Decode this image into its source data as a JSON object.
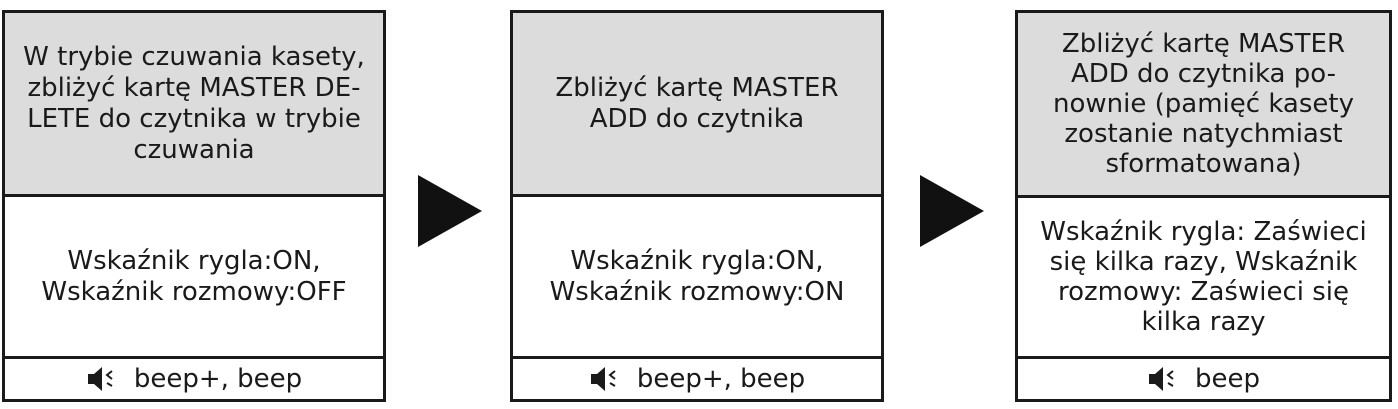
{
  "steps": [
    {
      "instruction": "W trybie czuwania kasety,\nzbliżyć kartę MASTER DE-\nLETE do czytnika w trybie\nczuwania",
      "indicators": "Wskaźnik rygla:ON,\nWskaźnik rozmowy:OFF",
      "sound_icon": "speaker-icon",
      "sound": "beep+, beep"
    },
    {
      "instruction": "Zbliżyć kartę MASTER\nADD do czytnika",
      "indicators": "Wskaźnik rygla:ON,\nWskaźnik rozmowy:ON",
      "sound_icon": "speaker-icon",
      "sound": "beep+, beep"
    },
    {
      "instruction": "Zbliżyć kartę MASTER\nADD do czytnika po-\nnownie (pamięć kasety\nzostanie natychmiast\nsformatowana)",
      "indicators": "Wskaźnik rygla: Zaświeci\nsię kilka razy, Wskaźnik\nrozmowy: Zaświeci się\nkilka razy",
      "sound_icon": "speaker-icon",
      "sound": "beep"
    }
  ],
  "arrow_icon": "arrow-right-icon",
  "colors": {
    "header_fill": "#dcdcdc",
    "border": "#1a1a1a",
    "arrow": "#111111"
  }
}
